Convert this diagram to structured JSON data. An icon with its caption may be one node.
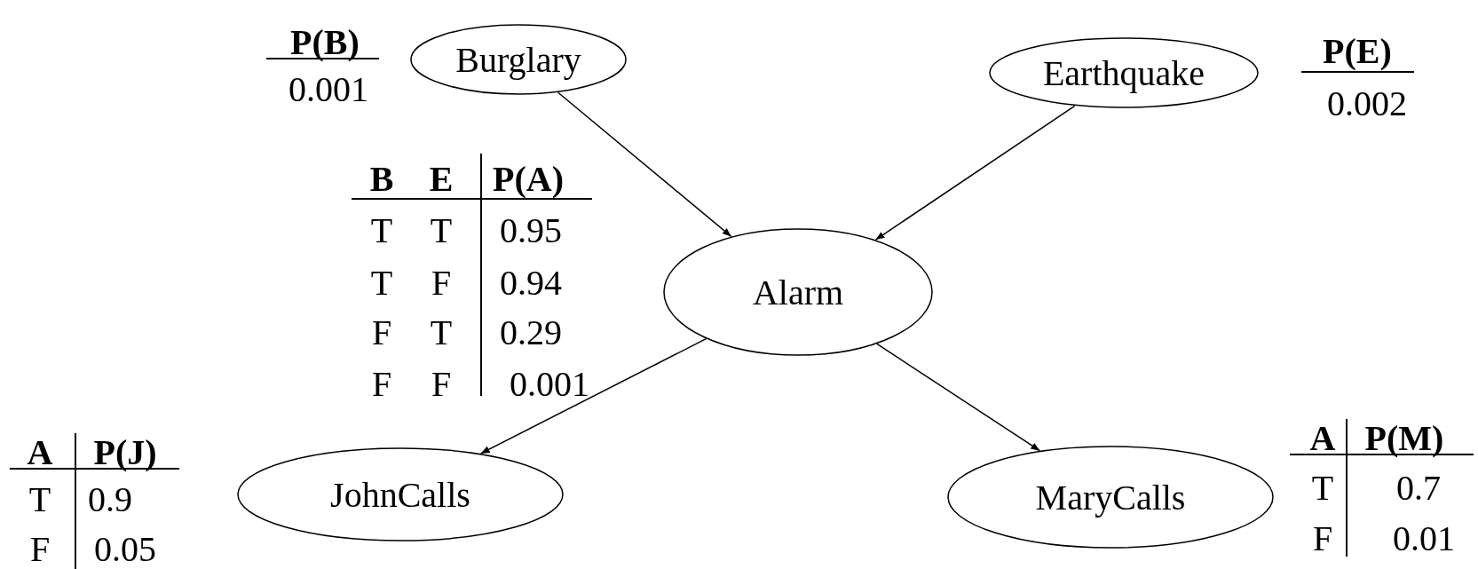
{
  "diagram": {
    "nodes": [
      {
        "text": [
          "Burglary"
        ]
      },
      {
        "text": [
          "Earthquake"
        ]
      },
      {
        "text": [
          "Alarm"
        ]
      },
      {
        "text": [
          "JohnCalls"
        ]
      },
      {
        "text": [
          "MaryCalls"
        ]
      }
    ],
    "edges": [
      {
        "from": 0,
        "to": 2,
        "arrow": "to"
      },
      {
        "from": 1,
        "to": 2,
        "arrow": "to"
      },
      {
        "from": 2,
        "to": 3,
        "arrow": "to"
      },
      {
        "from": 2,
        "to": 4,
        "arrow": "to"
      }
    ],
    "labels": [
      "P(B)",
      "0.001",
      "P(E)",
      "0.002",
      "B",
      "E",
      "P(A)",
      "T",
      "T",
      "0.95",
      "T",
      "F",
      "0.94",
      "F",
      "T",
      "0.29",
      "F",
      "F",
      "0.001",
      "A",
      "P(J)",
      "T",
      "0.9",
      "F",
      "0.05",
      "A",
      "P(M)",
      "T",
      "0.7",
      "F",
      "0.01"
    ]
  }
}
